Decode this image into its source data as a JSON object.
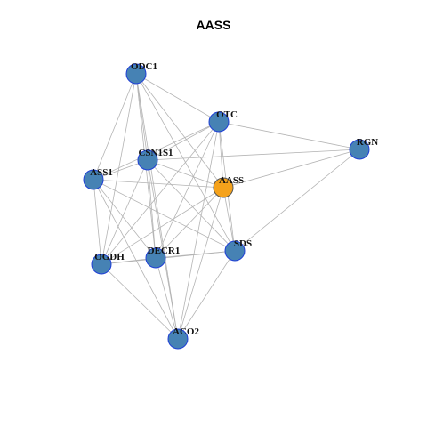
{
  "title": "AASS",
  "colors": {
    "node_fill": "#4682b4",
    "node_stroke": "#1f3fd6",
    "center_fill": "#f5a21b",
    "center_stroke": "#555555",
    "edge": "#b4b4b4"
  },
  "nodes": [
    {
      "id": "ODC1",
      "label": "ODC1",
      "center": false
    },
    {
      "id": "OTC",
      "label": "OTC",
      "center": false
    },
    {
      "id": "RGN",
      "label": "RGN",
      "center": false
    },
    {
      "id": "CSN1S1",
      "label": "CSN1S1",
      "center": false
    },
    {
      "id": "ASS1",
      "label": "ASS1",
      "center": false
    },
    {
      "id": "AASS",
      "label": "AASS",
      "center": true
    },
    {
      "id": "OGDH",
      "label": "OGDH",
      "center": false
    },
    {
      "id": "DECR1",
      "label": "DECR1",
      "center": false
    },
    {
      "id": "SDS",
      "label": "SDS",
      "center": false
    },
    {
      "id": "ACO2",
      "label": "ACO2",
      "center": false
    }
  ],
  "edges": [
    [
      "ODC1",
      "OTC"
    ],
    [
      "ODC1",
      "CSN1S1"
    ],
    [
      "ODC1",
      "ASS1"
    ],
    [
      "ODC1",
      "AASS"
    ],
    [
      "ODC1",
      "OGDH"
    ],
    [
      "ODC1",
      "DECR1"
    ],
    [
      "ODC1",
      "SDS"
    ],
    [
      "ODC1",
      "ACO2"
    ],
    [
      "OTC",
      "RGN"
    ],
    [
      "OTC",
      "CSN1S1"
    ],
    [
      "OTC",
      "ASS1"
    ],
    [
      "OTC",
      "AASS"
    ],
    [
      "OTC",
      "OGDH"
    ],
    [
      "OTC",
      "DECR1"
    ],
    [
      "OTC",
      "SDS"
    ],
    [
      "OTC",
      "ACO2"
    ],
    [
      "RGN",
      "CSN1S1"
    ],
    [
      "RGN",
      "AASS"
    ],
    [
      "RGN",
      "SDS"
    ],
    [
      "CSN1S1",
      "ASS1"
    ],
    [
      "CSN1S1",
      "AASS"
    ],
    [
      "CSN1S1",
      "OGDH"
    ],
    [
      "CSN1S1",
      "DECR1"
    ],
    [
      "CSN1S1",
      "SDS"
    ],
    [
      "CSN1S1",
      "ACO2"
    ],
    [
      "ASS1",
      "AASS"
    ],
    [
      "ASS1",
      "OGDH"
    ],
    [
      "ASS1",
      "DECR1"
    ],
    [
      "ASS1",
      "SDS"
    ],
    [
      "ASS1",
      "ACO2"
    ],
    [
      "AASS",
      "OGDH"
    ],
    [
      "AASS",
      "DECR1"
    ],
    [
      "AASS",
      "SDS"
    ],
    [
      "AASS",
      "ACO2"
    ],
    [
      "OGDH",
      "DECR1"
    ],
    [
      "OGDH",
      "SDS"
    ],
    [
      "OGDH",
      "ACO2"
    ],
    [
      "DECR1",
      "SDS"
    ],
    [
      "DECR1",
      "ACO2"
    ],
    [
      "SDS",
      "ACO2"
    ]
  ]
}
